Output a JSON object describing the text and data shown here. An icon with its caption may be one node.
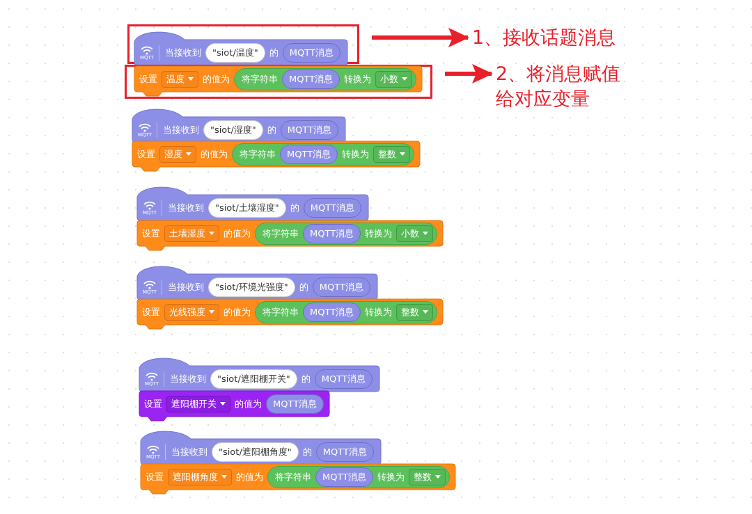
{
  "diagram": {
    "nodes": [
      {
        "text": [],
        "shape": "box"
      },
      {
        "text": [
          "MQTT",
          "当接收到",
          "的"
        ],
        "in": 0
      },
      {
        "text": [
          "\"siot/温度\""
        ],
        "in": 1
      },
      {
        "text": [
          "MQTT消息"
        ],
        "in": 1
      },
      {
        "text": [
          "1、接收话题消息"
        ]
      },
      {
        "text": [],
        "shape": "box"
      },
      {
        "text": [
          "设置",
          "的值为"
        ],
        "in": 5
      },
      {
        "text": [
          "温度"
        ],
        "in": 6
      },
      {
        "text": [
          "将字符串",
          "转换为"
        ],
        "in": 6
      },
      {
        "text": [
          "MQTT消息"
        ],
        "in": 8
      },
      {
        "text": [
          "小数"
        ],
        "in": 8
      },
      {
        "text": [
          "2、将消息赋值给对应变量"
        ]
      },
      {
        "text": [
          "MQTT",
          "当接收到",
          "的"
        ]
      },
      {
        "text": [
          "\"siot/湿度\""
        ],
        "in": 12
      },
      {
        "text": [
          "MQTT消息"
        ],
        "in": 12
      },
      {
        "text": [
          "设置",
          "的值为"
        ]
      },
      {
        "text": [
          "湿度"
        ],
        "in": 15
      },
      {
        "text": [
          "将字符串",
          "转换为"
        ],
        "in": 15
      },
      {
        "text": [
          "MQTT消息"
        ],
        "in": 17
      },
      {
        "text": [
          "整数"
        ],
        "in": 17
      },
      {
        "text": [
          "MQTT",
          "当接收到",
          "的"
        ]
      },
      {
        "text": [
          "\"siot/土壤湿度\""
        ],
        "in": 20
      },
      {
        "text": [
          "MQTT消息"
        ],
        "in": 20
      },
      {
        "text": [
          "设置",
          "的值为"
        ]
      },
      {
        "text": [
          "土壤湿度"
        ],
        "in": 23
      },
      {
        "text": [
          "将字符串",
          "转换为"
        ],
        "in": 23
      },
      {
        "text": [
          "MQTT消息"
        ],
        "in": 25
      },
      {
        "text": [
          "小数"
        ],
        "in": 25
      },
      {
        "text": [
          "MQTT",
          "当接收到",
          "的"
        ]
      },
      {
        "text": [
          "\"siot/环境光强度\""
        ],
        "in": 28
      },
      {
        "text": [
          "MQTT消息"
        ],
        "in": 28
      },
      {
        "text": [
          "设置",
          "的值为"
        ]
      },
      {
        "text": [
          "光线强度"
        ],
        "in": 31
      },
      {
        "text": [
          "将字符串",
          "转换为"
        ],
        "in": 31
      },
      {
        "text": [
          "MQTT消息"
        ],
        "in": 33
      },
      {
        "text": [
          "整数"
        ],
        "in": 33
      },
      {
        "text": [
          "MQTT",
          "当接收到",
          "的"
        ]
      },
      {
        "text": [
          "\"siot/遮阳棚开关\""
        ],
        "in": 36
      },
      {
        "text": [
          "MQTT消息"
        ],
        "in": 36
      },
      {
        "text": [
          "设置",
          "的值为"
        ]
      },
      {
        "text": [
          "遮阳棚开关"
        ],
        "in": 39
      },
      {
        "text": [
          "MQTT消息"
        ],
        "in": 39
      },
      {
        "text": [
          "MQTT",
          "当接收到",
          "的"
        ]
      },
      {
        "text": [
          "\"siot/遮阳棚角度\""
        ],
        "in": 42
      },
      {
        "text": [
          "MQTT消息"
        ],
        "in": 42
      },
      {
        "text": [
          "设置",
          "的值为"
        ]
      },
      {
        "text": [
          "遮阳棚角度"
        ],
        "in": 45
      },
      {
        "text": [
          "将字符串",
          "转换为"
        ],
        "in": 45
      },
      {
        "text": [
          "MQTT消息"
        ],
        "in": 47
      },
      {
        "text": [
          "整数"
        ],
        "in": 47
      }
    ],
    "edges": [
      {
        "from": 0,
        "to": 4,
        "arrow": "to",
        "color": "#e8202a"
      },
      {
        "from": 5,
        "to": 11,
        "arrow": "to",
        "color": "#e8202a"
      }
    ]
  }
}
